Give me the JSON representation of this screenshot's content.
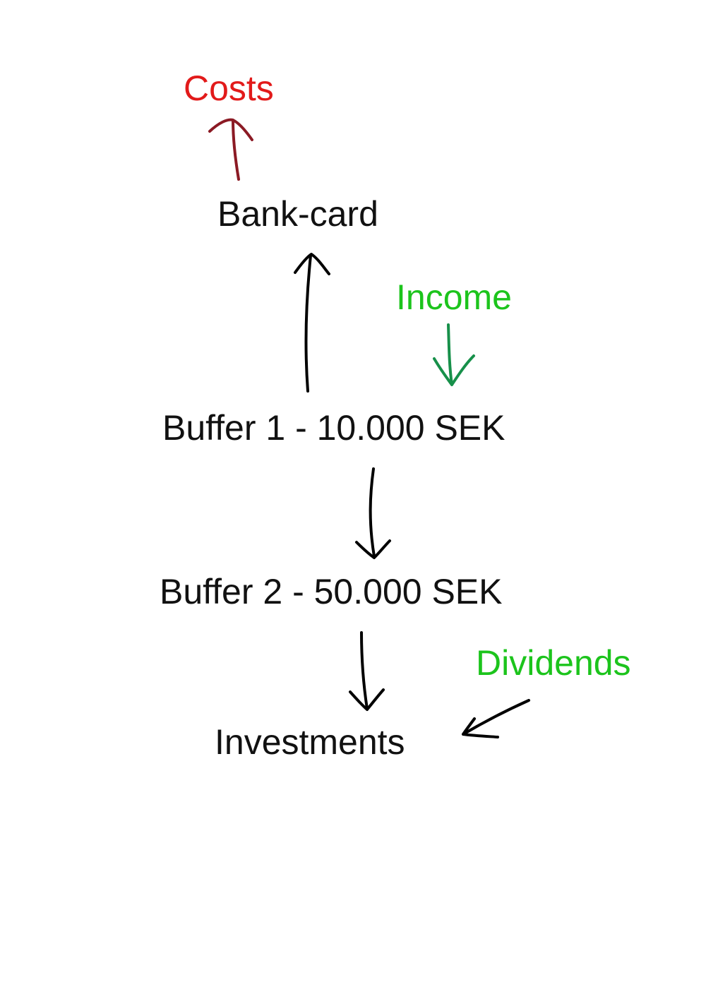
{
  "colors": {
    "node_text": "#111111",
    "costs": "#e21a1a",
    "costs_arrow": "#8b1a24",
    "income": "#1cc41c",
    "income_arrow": "#17904a",
    "dividends": "#1cc41c",
    "flow_arrow": "#000000"
  },
  "nodes": {
    "costs": "Costs",
    "bank_card": "Bank-card",
    "income": "Income",
    "buffer1": "Buffer 1 - 10.000 SEK",
    "buffer2": "Buffer 2 - 50.000 SEK",
    "dividends": "Dividends",
    "investments": "Investments"
  }
}
